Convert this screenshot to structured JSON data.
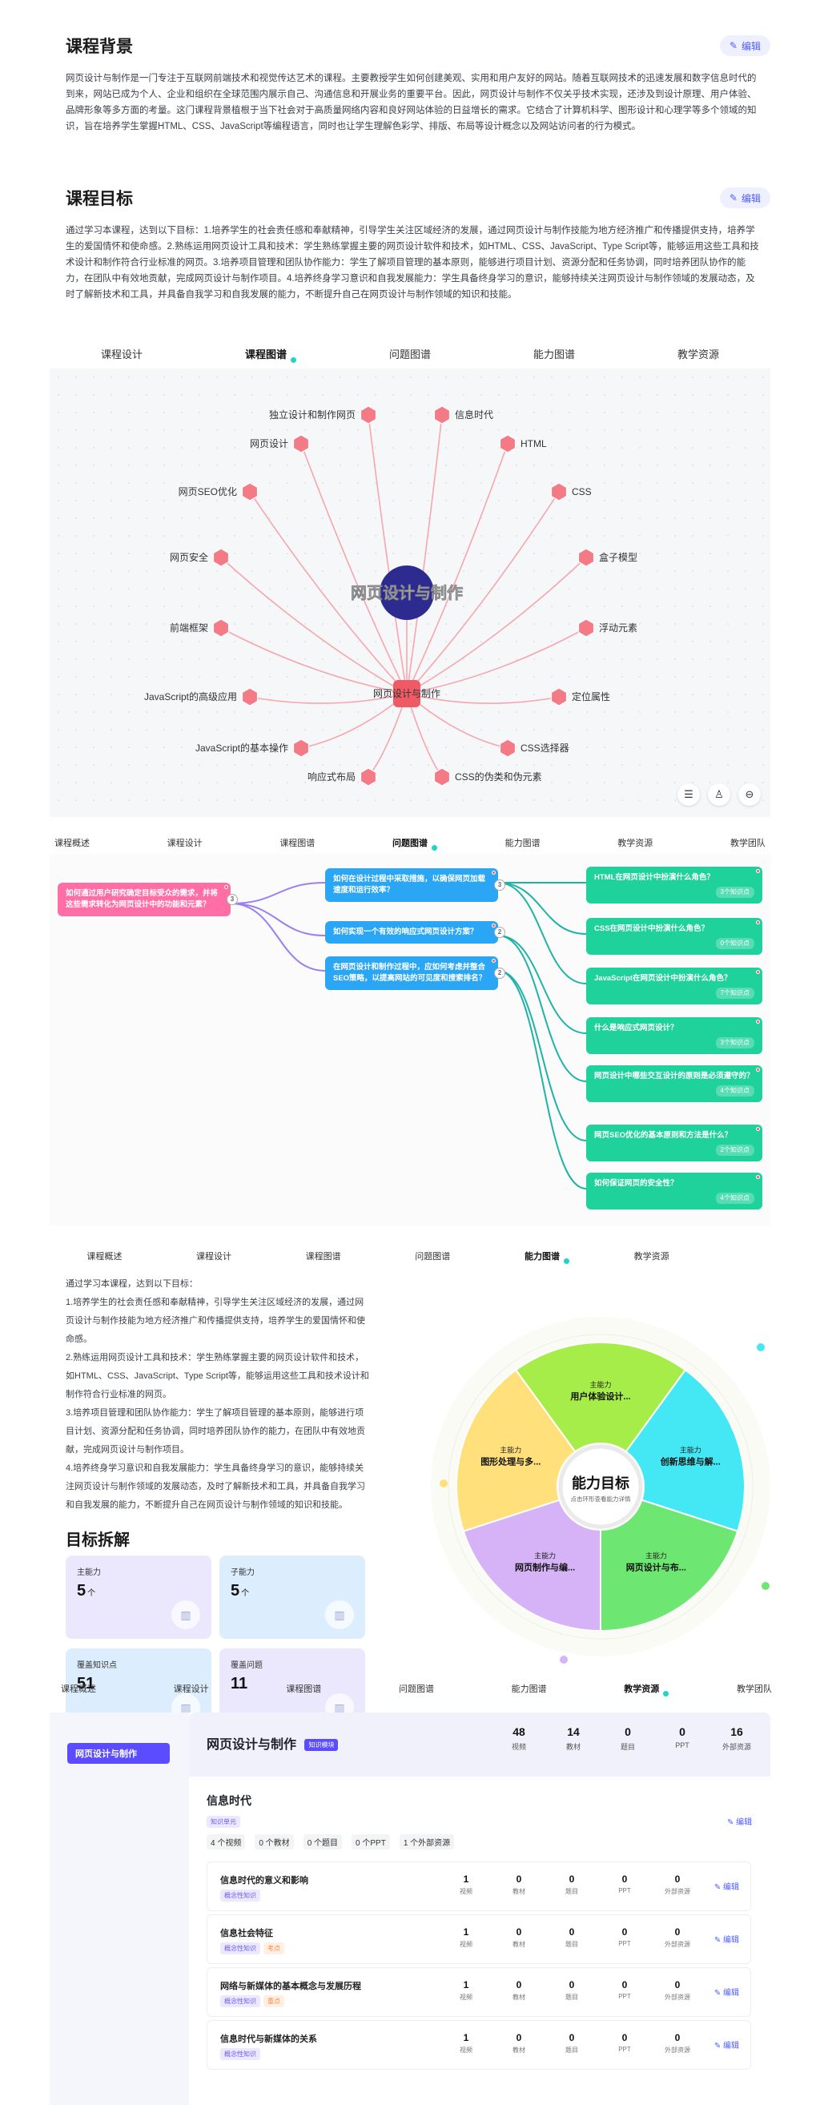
{
  "background": {
    "title": "课程背景",
    "edit_label": "编辑",
    "text": "网页设计与制作是一门专注于互联网前端技术和视觉传达艺术的课程。主要教授学生如何创建美观、实用和用户友好的网站。随着互联网技术的迅速发展和数字信息时代的到来，网站已成为个人、企业和组织在全球范围内展示自己、沟通信息和开展业务的重要平台。因此，网页设计与制作不仅关乎技术实现，还涉及到设计原理、用户体验、品牌形象等多方面的考量。这门课程背景植根于当下社会对于高质量网络内容和良好网站体验的日益增长的需求。它结合了计算机科学、图形设计和心理学等多个领域的知识，旨在培养学生掌握HTML、CSS、JavaScript等编程语言，同时也让学生理解色彩学、排版、布局等设计概念以及网站访问者的行为模式。"
  },
  "goals": {
    "title": "课程目标",
    "edit_label": "编辑",
    "text": "通过学习本课程，达到以下目标：1.培养学生的社会责任感和奉献精神，引导学生关注区域经济的发展，通过网页设计与制作技能为地方经济推广和传播提供支持，培养学生的爱国情怀和使命感。2.熟练运用网页设计工具和技术：学生熟练掌握主要的网页设计软件和技术，如HTML、CSS、JavaScript、Type Script等，能够运用这些工具和技术设计和制作符合行业标准的网页。3.培养项目管理和团队协作能力：学生了解项目管理的基本原则，能够进行项目计划、资源分配和任务协调，同时培养团队协作的能力，在团队中有效地贡献，完成网页设计与制作项目。4.培养终身学习意识和自我发展能力：学生具备终身学习的意识，能够持续关注网页设计与制作领域的发展动态，及时了解新技术和工具，并具备自我学习和自我发展的能力，不断提升自己在网页设计与制作领域的知识和技能。"
  },
  "tabs_main": [
    "课程设计",
    "课程图谱",
    "问题图谱",
    "能力图谱",
    "教学资源"
  ],
  "tabs_main_active": 1,
  "graph": {
    "center_label": "网页设计与制作",
    "hub_label": "网页设计与制作",
    "nodes": [
      "独立设计和制作网页",
      "信息时代",
      "网页设计",
      "HTML",
      "网页SEO优化",
      "CSS",
      "网页安全",
      "盒子模型",
      "前端框架",
      "浮动元素",
      "JavaScript的高级应用",
      "定位属性",
      "JavaScript的基本操作",
      "CSS选择器",
      "响应式布局",
      "CSS的伪类和伪元素"
    ],
    "node_color": "#f47a85",
    "center_color": "#2d2b8f",
    "tools": [
      "filter-icon",
      "user-icon",
      "minus-circle-icon"
    ]
  },
  "tabs_problem": [
    "课程概述",
    "课程设计",
    "课程图谱",
    "问题图谱",
    "能力图谱",
    "教学资源",
    "教学团队"
  ],
  "tabs_problem_active": 3,
  "problem_map": {
    "root": {
      "text": "如何通过用户研究确定目标受众的需求，并将这些需求转化为网页设计中的功能和元素？",
      "count": "3"
    },
    "mids": [
      {
        "text": "如何在设计过程中采取措施，以确保网页加载速度和运行效率？",
        "count": "3"
      },
      {
        "text": "如何实现一个有效的响应式网页设计方案？",
        "count": "2"
      },
      {
        "text": "在网页设计和制作过程中，应如何考虑并整合SEO策略，以提高网站的可见度和搜索排名？",
        "count": "2"
      }
    ],
    "leaves": [
      {
        "text": "HTML在网页设计中扮演什么角色？",
        "sub": "3个知识点"
      },
      {
        "text": "CSS在网页设计中扮演什么角色？",
        "sub": "0个知识点"
      },
      {
        "text": "JavaScript在网页设计中扮演什么角色？",
        "sub": "7个知识点"
      },
      {
        "text": "什么是响应式网页设计？",
        "sub": "3个知识点"
      },
      {
        "text": "网页设计中哪些交互设计的原则是必须遵守的？",
        "sub": "4个知识点"
      },
      {
        "text": "网页SEO优化的基本原则和方法是什么？",
        "sub": "2个知识点"
      },
      {
        "text": "如何保证网页的安全性？",
        "sub": "4个知识点"
      }
    ]
  },
  "tabs_ability": [
    "课程概述",
    "课程设计",
    "课程图谱",
    "问题图谱",
    "能力图谱",
    "教学资源"
  ],
  "tabs_ability_active": 4,
  "ability": {
    "intro": "通过学习本课程，达到以下目标：",
    "items": [
      "1.培养学生的社会责任感和奉献精神，引导学生关注区域经济的发展，通过网页设计与制作技能为地方经济推广和传播提供支持，培养学生的爱国情怀和使命感。",
      "2.熟练运用网页设计工具和技术：学生熟练掌握主要的网页设计软件和技术，如HTML、CSS、JavaScript、Type Script等，能够运用这些工具和技术设计和制作符合行业标准的网页。",
      "3.培养项目管理和团队协作能力：学生了解项目管理的基本原则，能够进行项目计划、资源分配和任务协调，同时培养团队协作的能力，在团队中有效地贡献，完成网页设计与制作项目。",
      "4.培养终身学习意识和自我发展能力：学生具备终身学习的意识，能够持续关注网页设计与制作领域的发展动态，及时了解新技术和工具，并具备自我学习和自我发展的能力，不断提升自己在网页设计与制作领域的知识和技能。"
    ],
    "breakdown_title": "目标拆解",
    "cards": [
      {
        "label": "主能力",
        "value": "5",
        "unit": "个",
        "color": "#ebe8fe"
      },
      {
        "label": "子能力",
        "value": "5",
        "unit": "个",
        "color": "#dcedfd"
      },
      {
        "label": "覆盖知识点",
        "value": "51",
        "unit": "",
        "color": "#dcedfd"
      },
      {
        "label": "覆盖问题",
        "value": "11",
        "unit": "",
        "color": "#ebe8fe"
      }
    ],
    "pie": {
      "center_title": "能力目标",
      "center_sub": "点击环形查看能力详情",
      "segments": [
        {
          "tag": "主能力",
          "name": "用户体验设计...",
          "color": "#a6ed4a"
        },
        {
          "tag": "主能力",
          "name": "创新思维与解...",
          "color": "#44e8f5"
        },
        {
          "tag": "主能力",
          "name": "网页设计与布...",
          "color": "#6ee672"
        },
        {
          "tag": "主能力",
          "name": "网页制作与编...",
          "color": "#d6b3f7"
        },
        {
          "tag": "主能力",
          "name": "图形处理与多...",
          "color": "#ffe07a"
        }
      ]
    }
  },
  "tabs_resource": [
    "课程概述",
    "课程设计",
    "课程图谱",
    "问题图谱",
    "能力图谱",
    "教学资源",
    "教学团队"
  ],
  "tabs_resource_active": 5,
  "resources": {
    "side_button": "网页设计与制作",
    "title": "网页设计与制作",
    "title_badge": "知识模块",
    "stats": [
      {
        "v": "48",
        "k": "视频"
      },
      {
        "v": "14",
        "k": "教材"
      },
      {
        "v": "0",
        "k": "题目"
      },
      {
        "v": "0",
        "k": "PPT"
      },
      {
        "v": "16",
        "k": "外部资源"
      }
    ],
    "chapter": {
      "title": "信息时代",
      "badge": "知识单元",
      "edit_label": "编辑",
      "meta": [
        "4 个视频",
        "0 个教材",
        "0 个题目",
        "0 个PPT",
        "1 个外部资源"
      ]
    },
    "cell_keys": [
      "视频",
      "教材",
      "题目",
      "PPT",
      "外部资源"
    ],
    "rows": [
      {
        "title": "信息时代的意义和影响",
        "badges": [
          {
            "t": "概念性知识",
            "c": "lav"
          }
        ],
        "vals": [
          "1",
          "0",
          "0",
          "0",
          "0"
        ]
      },
      {
        "title": "信息社会特征",
        "badges": [
          {
            "t": "概念性知识",
            "c": "lav"
          },
          {
            "t": "考点",
            "c": "org"
          }
        ],
        "vals": [
          "1",
          "0",
          "0",
          "0",
          "0"
        ]
      },
      {
        "title": "网络与新媒体的基本概念与发展历程",
        "badges": [
          {
            "t": "概念性知识",
            "c": "lav"
          },
          {
            "t": "重点",
            "c": "org"
          }
        ],
        "vals": [
          "1",
          "0",
          "0",
          "0",
          "0"
        ]
      },
      {
        "title": "信息时代与新媒体的关系",
        "badges": [
          {
            "t": "概念性知识",
            "c": "lav"
          }
        ],
        "vals": [
          "1",
          "0",
          "0",
          "0",
          "0"
        ]
      }
    ],
    "row_edit_label": "编辑"
  }
}
